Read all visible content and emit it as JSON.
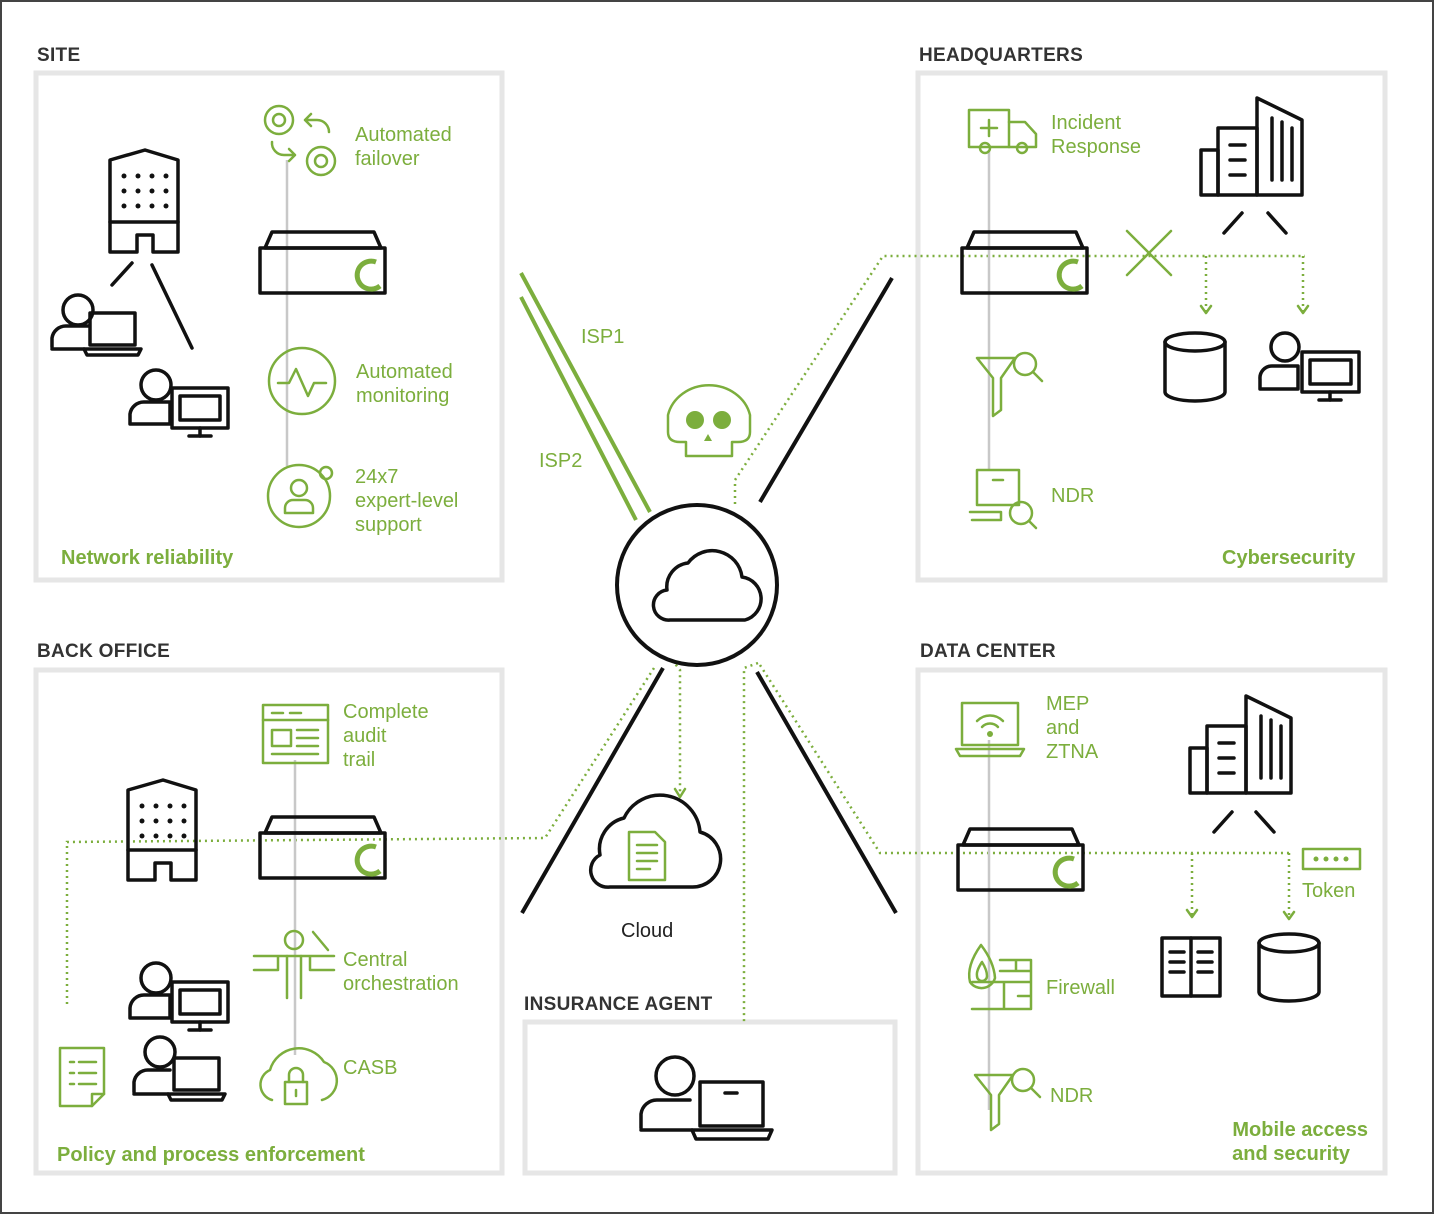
{
  "sections": {
    "site": {
      "title": "SITE",
      "footer": "Network reliability",
      "features": {
        "failover": [
          "Automated",
          "failover"
        ],
        "monitoring": [
          "Automated",
          "monitoring"
        ],
        "support": [
          "24x7",
          "expert-level",
          "support"
        ]
      }
    },
    "headquarters": {
      "title": "HEADQUARTERS",
      "footer": "Cybersecurity",
      "features": {
        "incident": [
          "Incident",
          "Response"
        ],
        "ndr": "NDR"
      }
    },
    "back_office": {
      "title": "BACK OFFICE",
      "footer": "Policy and process enforcement",
      "features": {
        "audit": [
          "Complete",
          "audit",
          "trail"
        ],
        "orchestration": [
          "Central",
          "orchestration"
        ],
        "casb": "CASB"
      }
    },
    "data_center": {
      "title": "DATA CENTER",
      "footer": [
        "Mobile access",
        "and security"
      ],
      "features": {
        "mep": [
          "MEP",
          "and",
          "ZTNA"
        ],
        "firewall": "Firewall",
        "ndr": "NDR",
        "token": "Token"
      }
    },
    "insurance_agent": {
      "title": "INSURANCE AGENT"
    }
  },
  "center": {
    "isp1": "ISP1",
    "isp2": "ISP2",
    "cloud": "Cloud"
  },
  "colors": {
    "accent": "#7cae3d",
    "border": "#e6e6e6",
    "line": "#111111"
  }
}
